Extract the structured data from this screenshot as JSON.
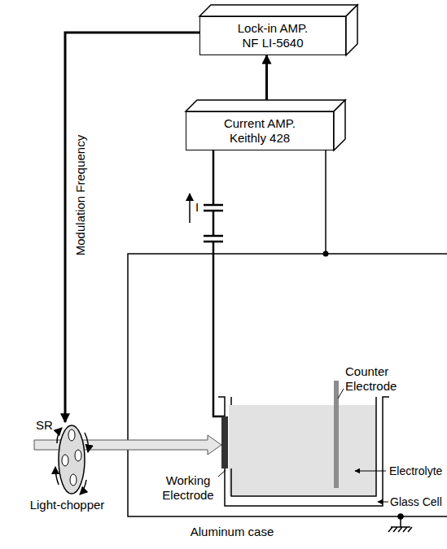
{
  "diagram": {
    "nodes": [
      {
        "text": [
          "Lock-in AMP. NF LI-5640"
        ]
      },
      {
        "text": [
          "Current AMP. Keithly 428"
        ]
      }
    ],
    "edges": [
      {
        "from": 1,
        "to": 0,
        "arrow": "to"
      }
    ],
    "labels": [
      "Modulation Frequency",
      "I",
      "SR",
      "Light-chopper",
      "Working Electrode",
      "Counter Electrode",
      "Electrolyte",
      "Glass Cell",
      "Aluminum case"
    ]
  }
}
